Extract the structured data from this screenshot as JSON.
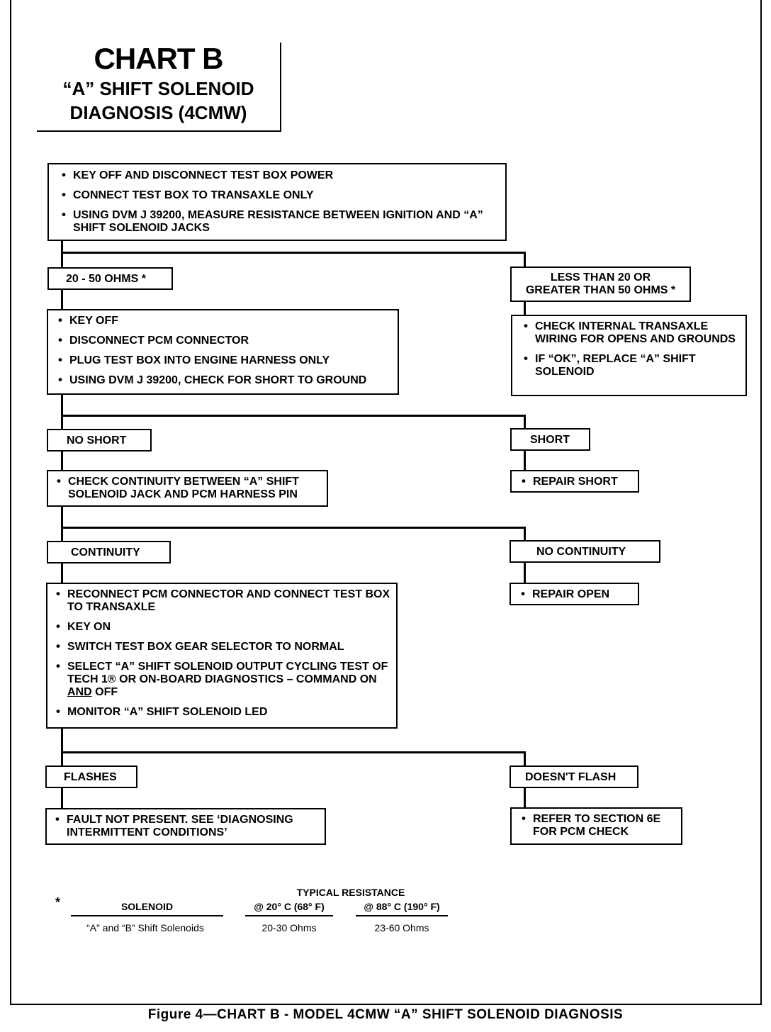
{
  "title": {
    "main": "CHART B",
    "line1": "“A” SHIFT SOLENOID",
    "line2": "DIAGNOSIS (4CMW)"
  },
  "step1": {
    "items": [
      "KEY OFF AND DISCONNECT TEST BOX POWER",
      "CONNECT TEST BOX TO TRANSAXLE ONLY",
      "USING DVM J 39200, MEASURE RESISTANCE BETWEEN IGNITION AND “A” SHIFT SOLENOID JACKS"
    ]
  },
  "branch1": {
    "left_label": "20 - 50 OHMS *",
    "right_label_line1": "LESS THAN 20 OR",
    "right_label_line2": "GREATER THAN 50 OHMS *"
  },
  "step2_left": {
    "items": [
      "KEY OFF",
      "DISCONNECT PCM CONNECTOR",
      "PLUG TEST BOX INTO ENGINE HARNESS ONLY",
      "USING DVM J 39200, CHECK FOR SHORT TO GROUND"
    ]
  },
  "step2_right": {
    "items": [
      "CHECK INTERNAL TRANSAXLE WIRING FOR OPENS AND GROUNDS",
      "IF “OK”, REPLACE “A” SHIFT SOLENOID"
    ]
  },
  "branch2": {
    "left_label": "NO SHORT",
    "right_label": "SHORT"
  },
  "step3_left": {
    "items": [
      "CHECK CONTINUITY BETWEEN “A” SHIFT SOLENOID JACK AND PCM HARNESS PIN"
    ]
  },
  "step3_right": {
    "items": [
      "REPAIR SHORT"
    ]
  },
  "branch3": {
    "left_label": "CONTINUITY",
    "right_label": "NO CONTINUITY"
  },
  "step4_left": {
    "items": [
      "RECONNECT PCM CONNECTOR AND CONNECT TEST BOX TO TRANSAXLE",
      "KEY ON",
      "SWITCH TEST BOX GEAR SELECTOR TO NORMAL",
      "SELECT “A” SHIFT SOLENOID OUTPUT CYCLING TEST OF TECH 1® OR ON-BOARD DIAGNOSTICS – COMMAND ON AND OFF",
      "MONITOR “A” SHIFT SOLENOID LED"
    ]
  },
  "step4_right": {
    "items": [
      "REPAIR OPEN"
    ]
  },
  "branch4": {
    "left_label": "FLASHES",
    "right_label": "DOESN'T FLASH"
  },
  "step5_left": {
    "items": [
      "FAULT NOT PRESENT.  SEE ‘DIAGNOSING INTERMITTENT CONDITIONS’"
    ]
  },
  "step5_right": {
    "items": [
      "REFER TO SECTION 6E FOR PCM CHECK"
    ]
  },
  "footnote": {
    "asterisk": "*",
    "heading": "TYPICAL RESISTANCE",
    "col1_header": "SOLENOID",
    "col2_header": "@ 20° C (68° F)",
    "col3_header": "@ 88° C (190° F)",
    "row_solenoid": "“A” and “B” Shift Solenoids",
    "row_val1": "20-30 Ohms",
    "row_val2": "23-60 Ohms"
  },
  "caption": "Figure 4—CHART B - MODEL 4CMW “A” SHIFT SOLENOID DIAGNOSIS"
}
